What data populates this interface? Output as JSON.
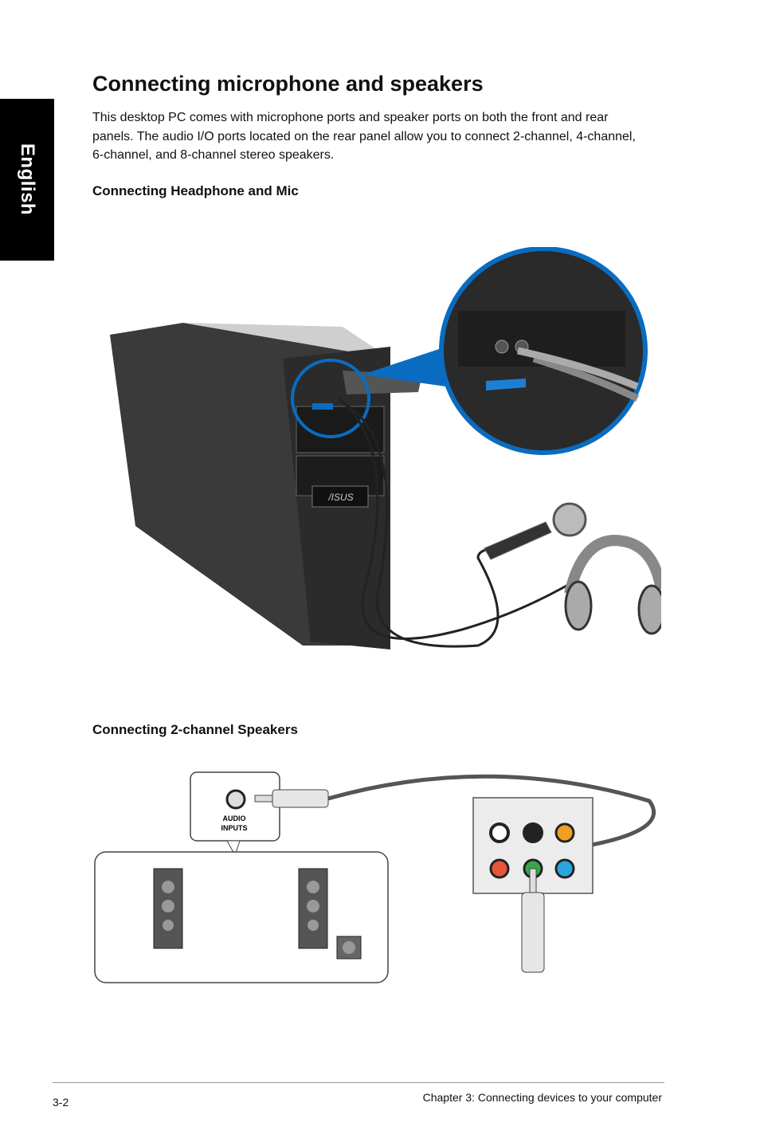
{
  "side_tab": "English",
  "title": "Connecting microphone and speakers",
  "intro": "This desktop PC comes with microphone ports and speaker ports on both the front and rear panels. The audio I/O ports located on the rear panel allow you to connect 2-channel, 4-channel, 6-channel, and 8-channel stereo speakers.",
  "section_headphone": "Connecting Headphone and Mic",
  "section_speakers": "Connecting 2-channel Speakers",
  "audio_inputs_label_line1": "AUDIO",
  "audio_inputs_label_line2": "INPUTS",
  "brand_logo": "/ISUS",
  "footer": {
    "page": "3-2",
    "chapter": "Chapter 3: Connecting devices to your computer"
  },
  "colors": {
    "accent_blue": "#0a6cc0",
    "port_orange": "#f0a020",
    "port_green": "#3aa64a",
    "port_blue": "#28a6e0",
    "port_pink": "#e8553a"
  }
}
